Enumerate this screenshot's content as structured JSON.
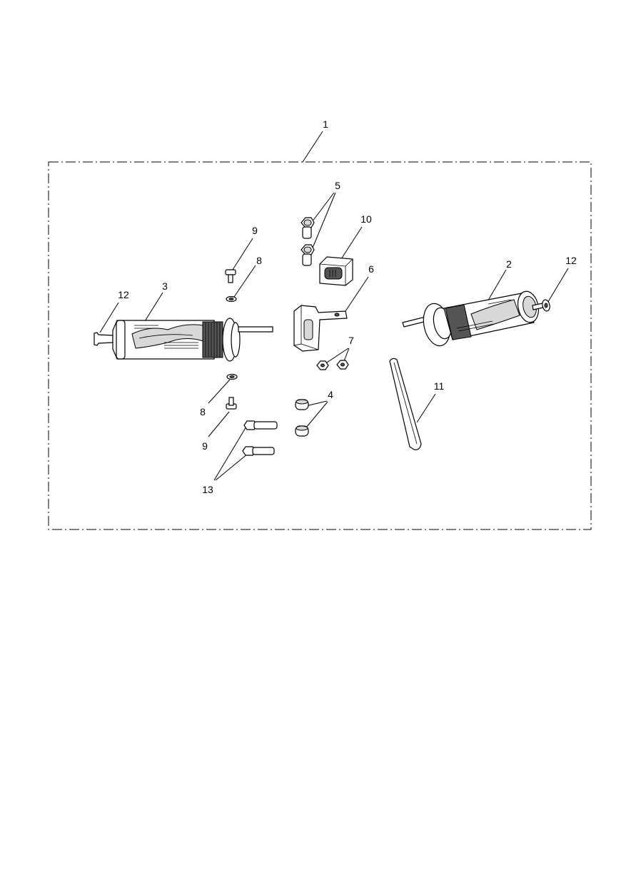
{
  "diagram": {
    "callouts": [
      {
        "id": "1",
        "label": "1"
      },
      {
        "id": "5",
        "label": "5"
      },
      {
        "id": "10",
        "label": "10"
      },
      {
        "id": "9a",
        "label": "9"
      },
      {
        "id": "8a",
        "label": "8"
      },
      {
        "id": "6",
        "label": "6"
      },
      {
        "id": "2",
        "label": "2"
      },
      {
        "id": "12b",
        "label": "12"
      },
      {
        "id": "12a",
        "label": "12"
      },
      {
        "id": "3",
        "label": "3"
      },
      {
        "id": "7",
        "label": "7"
      },
      {
        "id": "4",
        "label": "4"
      },
      {
        "id": "11",
        "label": "11"
      },
      {
        "id": "8b",
        "label": "8"
      },
      {
        "id": "9b",
        "label": "9"
      },
      {
        "id": "13",
        "label": "13"
      }
    ]
  }
}
